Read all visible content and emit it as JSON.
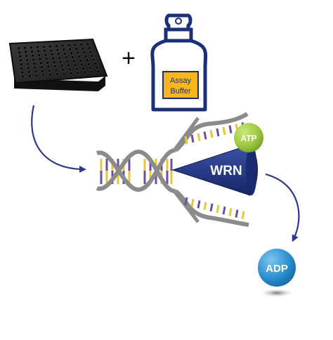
{
  "plus_sign": "+",
  "bottle": {
    "label_line1": "Assay",
    "label_line2": "Buffer"
  },
  "enzyme": {
    "label": "WRN"
  },
  "cofactor": {
    "label": "ATP"
  },
  "product": {
    "label": "ADP"
  },
  "icons": [
    "microplate-icon",
    "reagent-bottle-icon",
    "dna-helix-icon",
    "wrn-helicase-icon",
    "atp-ball-icon",
    "adp-ball-icon"
  ],
  "colors": {
    "navy": "#1e2f7a",
    "arrow": "#2d3a8c",
    "bottle_label": "#f5b71c",
    "atp_green": "#9cc83f",
    "adp_blue": "#2a8fd0",
    "backbone_gray": "#8b8b8b",
    "base_yellow": "#e8c63a",
    "base_purple": "#6b4fa0"
  }
}
